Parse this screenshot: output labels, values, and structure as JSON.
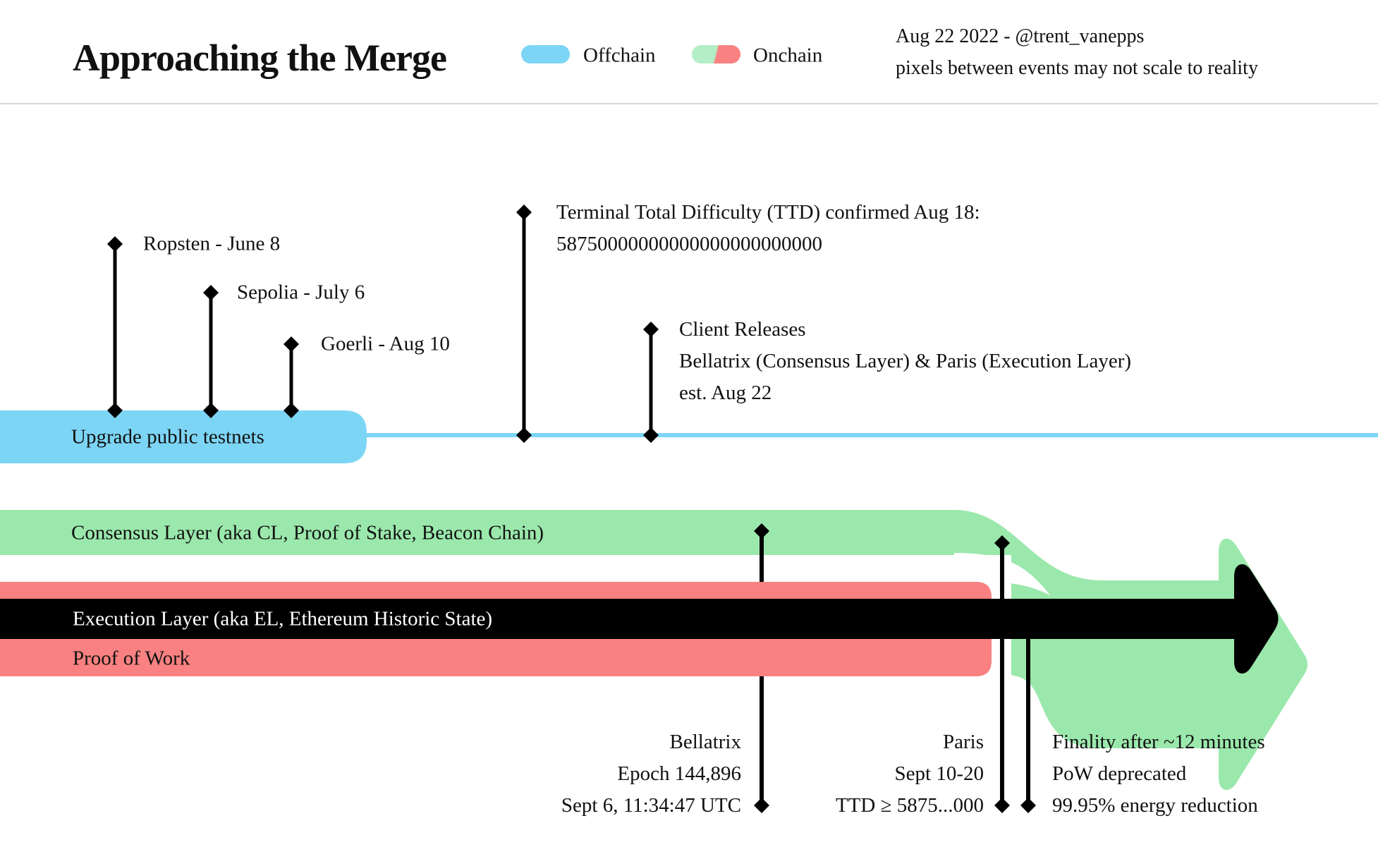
{
  "header": {
    "title": "Approaching the Merge",
    "legend": {
      "offchain_label": "Offchain",
      "onchain_label": "Onchain"
    },
    "credit_line1": "Aug 22 2022 - @trent_vanepps",
    "credit_line2": "pixels between events may not scale to reality"
  },
  "colors": {
    "offchain-blue": "#7dd5f6",
    "onchain-green": "#9be8ac",
    "onchain-red": "#f98181",
    "legend-green": "#b4eec6",
    "marker-black": "#000000",
    "divider-gray": "#d8d8d8"
  },
  "offchain_track": {
    "bar_label": "Upgrade public testnets",
    "events": {
      "ropsten": {
        "label": "Ropsten - June 8"
      },
      "sepolia": {
        "label": "Sepolia - July 6"
      },
      "goerli": {
        "label": "Goerli - Aug 10"
      },
      "ttd": {
        "line1": "Terminal Total Difficulty (TTD) confirmed Aug 18:",
        "line2": "58750000000000000000000000"
      },
      "client_releases": {
        "line1": "Client Releases",
        "line2": "Bellatrix (Consensus Layer) & Paris (Execution Layer)",
        "line3": "est. Aug 22"
      }
    }
  },
  "onchain_tracks": {
    "consensus_label": "Consensus Layer (aka CL, Proof of Stake, Beacon Chain)",
    "execution_label": "Execution Layer (aka EL, Ethereum Historic State)",
    "pow_label": "Proof of Work"
  },
  "bottom_annotations": {
    "bellatrix": {
      "line1": "Bellatrix",
      "line2": "Epoch 144,896",
      "line3": "Sept 6, 11:34:47 UTC"
    },
    "paris": {
      "line1": "Paris",
      "line2": "Sept 10-20",
      "line3": "TTD ≥ 5875...000"
    },
    "finality": {
      "line1": "Finality after ~12 minutes",
      "line2": "PoW deprecated",
      "line3": "99.95% energy reduction"
    }
  }
}
